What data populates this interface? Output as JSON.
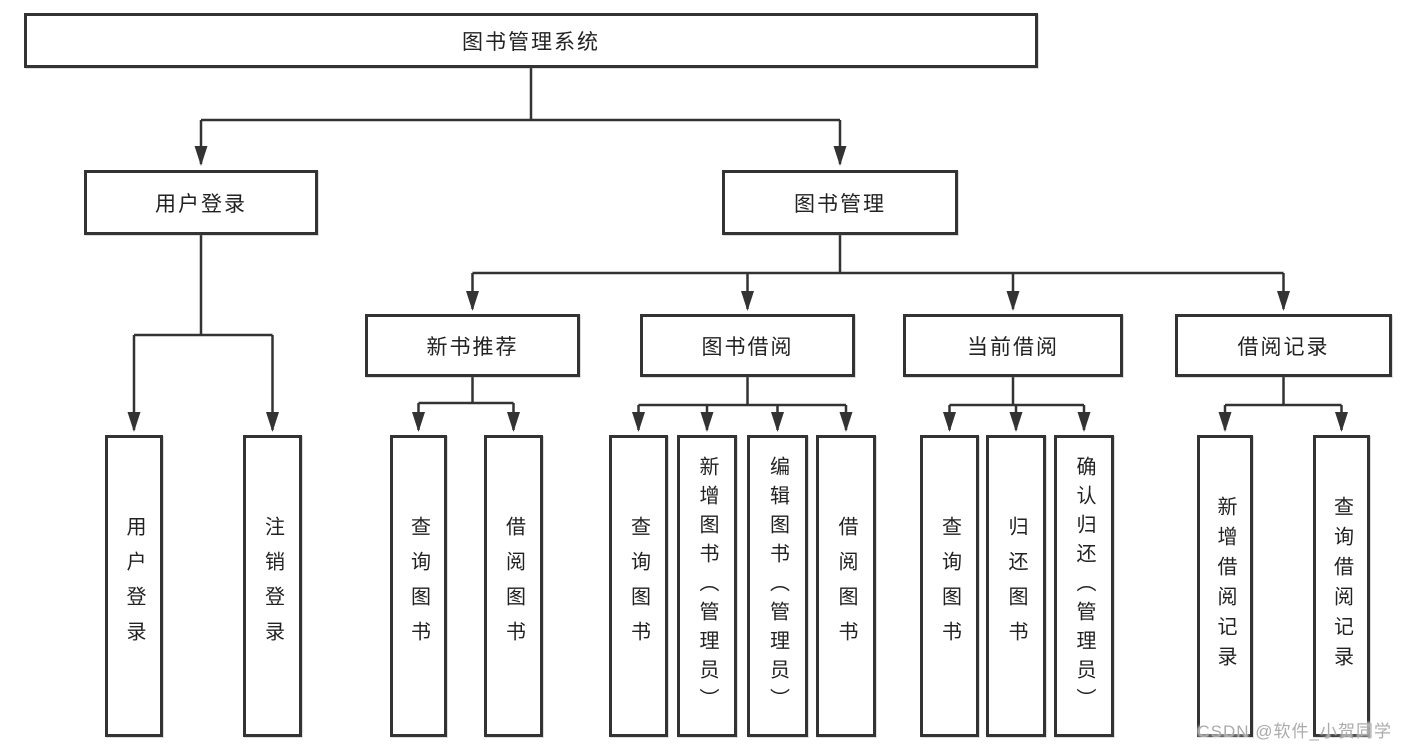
{
  "diagram": {
    "title": "图书管理系统",
    "watermark": "CSDN @软件_小贺同学",
    "colors": {
      "line": "#333333",
      "box_border": "#333333",
      "text": "#222222",
      "watermark": "#ababab",
      "background": "#ffffff"
    },
    "nodes": {
      "root": {
        "label": "图书管理系统"
      },
      "user_login": {
        "label": "用户登录"
      },
      "book_mgmt": {
        "label": "图书管理"
      },
      "leaf_user_login": {
        "label": "用户登录"
      },
      "leaf_logout": {
        "label": "注销登录"
      },
      "new_book_rec": {
        "label": "新书推荐"
      },
      "book_borrow": {
        "label": "图书借阅"
      },
      "current_borrow": {
        "label": "当前借阅"
      },
      "borrow_records": {
        "label": "借阅记录"
      },
      "nbr_query_book": {
        "label": "查询图书"
      },
      "nbr_borrow_book": {
        "label": "借阅图书"
      },
      "bb_query_book": {
        "label": "查询图书"
      },
      "bb_add_book": {
        "label": "新增图书（管理员）"
      },
      "bb_edit_book": {
        "label": "编辑图书（管理员）"
      },
      "bb_borrow_book": {
        "label": "借阅图书"
      },
      "cb_query_book": {
        "label": "查询图书"
      },
      "cb_return_book": {
        "label": "归还图书"
      },
      "cb_confirm_return": {
        "label": "确认归还（管理员）"
      },
      "br_add_record": {
        "label": "新增借阅记录"
      },
      "br_query_record": {
        "label": "查询借阅记录"
      }
    },
    "edges": [
      {
        "from": "root",
        "to": "user_login"
      },
      {
        "from": "root",
        "to": "book_mgmt"
      },
      {
        "from": "user_login",
        "to": "leaf_user_login"
      },
      {
        "from": "user_login",
        "to": "leaf_logout"
      },
      {
        "from": "book_mgmt",
        "to": "new_book_rec"
      },
      {
        "from": "book_mgmt",
        "to": "book_borrow"
      },
      {
        "from": "book_mgmt",
        "to": "current_borrow"
      },
      {
        "from": "book_mgmt",
        "to": "borrow_records"
      },
      {
        "from": "new_book_rec",
        "to": "nbr_query_book"
      },
      {
        "from": "new_book_rec",
        "to": "nbr_borrow_book"
      },
      {
        "from": "book_borrow",
        "to": "bb_query_book"
      },
      {
        "from": "book_borrow",
        "to": "bb_add_book"
      },
      {
        "from": "book_borrow",
        "to": "bb_edit_book"
      },
      {
        "from": "book_borrow",
        "to": "bb_borrow_book"
      },
      {
        "from": "current_borrow",
        "to": "cb_query_book"
      },
      {
        "from": "current_borrow",
        "to": "cb_return_book"
      },
      {
        "from": "current_borrow",
        "to": "cb_confirm_return"
      },
      {
        "from": "borrow_records",
        "to": "br_add_record"
      },
      {
        "from": "borrow_records",
        "to": "br_query_record"
      }
    ]
  }
}
